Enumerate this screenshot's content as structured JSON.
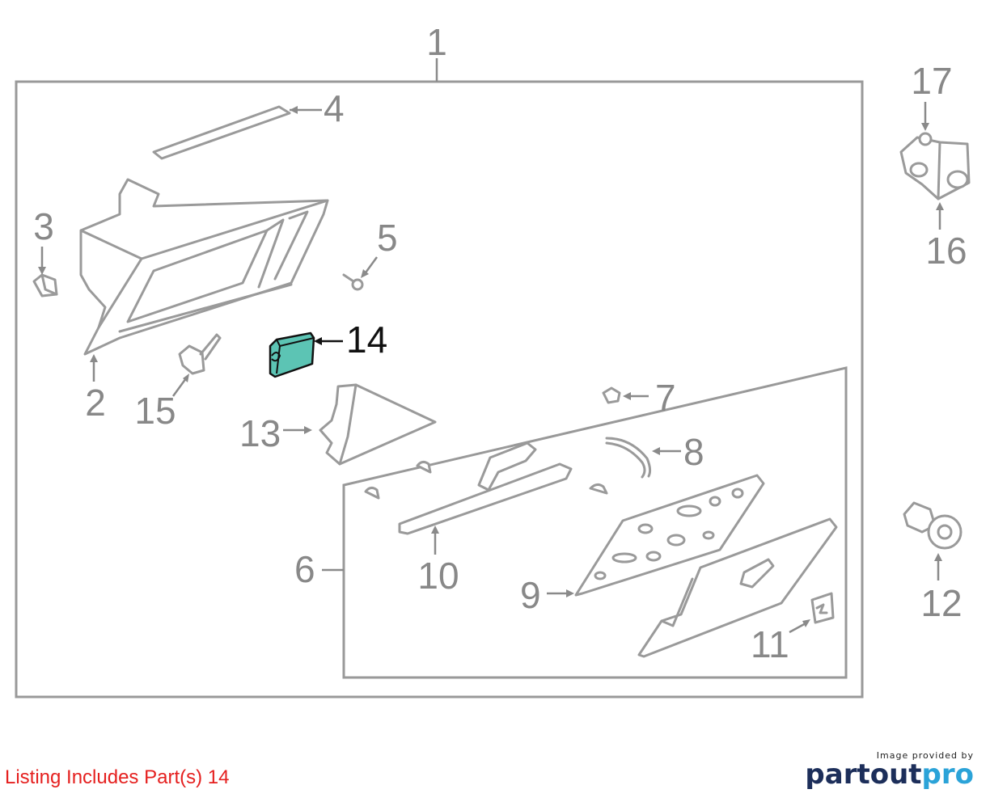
{
  "diagram": {
    "callouts": [
      {
        "id": "c1",
        "text": "1"
      },
      {
        "id": "c2",
        "text": "2"
      },
      {
        "id": "c3",
        "text": "3"
      },
      {
        "id": "c4",
        "text": "4"
      },
      {
        "id": "c5",
        "text": "5"
      },
      {
        "id": "c6",
        "text": "6"
      },
      {
        "id": "c7",
        "text": "7"
      },
      {
        "id": "c8",
        "text": "8"
      },
      {
        "id": "c9",
        "text": "9"
      },
      {
        "id": "c10",
        "text": "10"
      },
      {
        "id": "c11",
        "text": "11"
      },
      {
        "id": "c12",
        "text": "12"
      },
      {
        "id": "c13",
        "text": "13"
      },
      {
        "id": "c14",
        "text": "14"
      },
      {
        "id": "c15",
        "text": "15"
      },
      {
        "id": "c16",
        "text": "16"
      },
      {
        "id": "c17",
        "text": "17"
      }
    ],
    "highlighted_part": "14",
    "highlight_color": "#5cc4b4"
  },
  "footer": {
    "listing": "Listing Includes Part(s) 14",
    "credit_small": "Image provided by",
    "credit_brand_a": "partout",
    "credit_brand_b": "pro"
  },
  "colors": {
    "listing_text": "#e5201f",
    "brand_dark": "#1c2e5a",
    "brand_light": "#2ba3d8"
  }
}
